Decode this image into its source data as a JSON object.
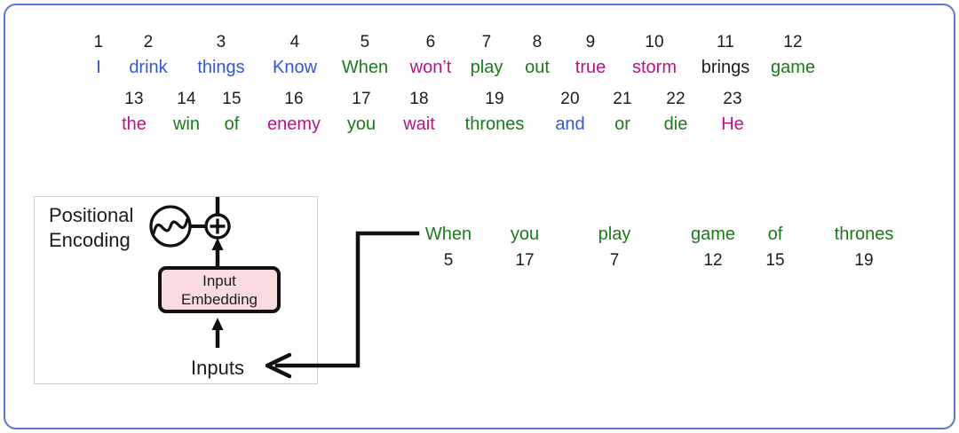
{
  "slide": {
    "border_color": "#5b77d6",
    "background": "#ffffff"
  },
  "palette": {
    "blue": "#3355dd",
    "green": "#1a7a1a",
    "magenta": "#bb1188",
    "black": "#1c1c1c",
    "pink_fill": "#fadce0",
    "box_border": "#cfcfcf"
  },
  "vocabulary": {
    "row1": [
      {
        "index": "1",
        "word": "I",
        "color": "#3355dd",
        "gap": 0,
        "width": 30
      },
      {
        "index": "2",
        "word": "drink",
        "color": "#3355dd",
        "gap": 10,
        "width": 62
      },
      {
        "index": "3",
        "word": "things",
        "color": "#3355dd",
        "gap": 14,
        "width": 74
      },
      {
        "index": "4",
        "word": "Know",
        "color": "#3355dd",
        "gap": 14,
        "width": 64
      },
      {
        "index": "5",
        "word": "When",
        "color": "#1a7a1a",
        "gap": 14,
        "width": 66
      },
      {
        "index": "6",
        "word": "won’t",
        "color": "#bb1188",
        "gap": 12,
        "width": 58
      },
      {
        "index": "7",
        "word": "play",
        "color": "#1a7a1a",
        "gap": 12,
        "width": 44
      },
      {
        "index": "8",
        "word": "out",
        "color": "#1a7a1a",
        "gap": 16,
        "width": 38
      },
      {
        "index": "9",
        "word": "true",
        "color": "#bb1188",
        "gap": 20,
        "width": 42
      },
      {
        "index": "10",
        "word": "storm",
        "color": "#bb1188",
        "gap": 20,
        "width": 62
      },
      {
        "index": "11",
        "word": "brings",
        "color": "#1c1c1c",
        "gap": 16,
        "width": 66
      },
      {
        "index": "12",
        "word": "game",
        "color": "#1a7a1a",
        "gap": 14,
        "width": 58
      }
    ],
    "row2": [
      {
        "index": "13",
        "word": "the",
        "color": "#bb1188",
        "gap": 0,
        "width": 38
      },
      {
        "index": "14",
        "word": "win",
        "color": "#1a7a1a",
        "gap": 20,
        "width": 40
      },
      {
        "index": "15",
        "word": "of",
        "color": "#1a7a1a",
        "gap": 18,
        "width": 26
      },
      {
        "index": "16",
        "word": "enemy",
        "color": "#bb1188",
        "gap": 22,
        "width": 70
      },
      {
        "index": "17",
        "word": "you",
        "color": "#1a7a1a",
        "gap": 20,
        "width": 42
      },
      {
        "index": "18",
        "word": "wait",
        "color": "#bb1188",
        "gap": 22,
        "width": 44
      },
      {
        "index": "19",
        "word": "thrones",
        "color": "#1a7a1a",
        "gap": 22,
        "width": 82
      },
      {
        "index": "20",
        "word": "and",
        "color": "#3355dd",
        "gap": 22,
        "width": 44
      },
      {
        "index": "21",
        "word": "or",
        "color": "#1a7a1a",
        "gap": 24,
        "width": 26
      },
      {
        "index": "22",
        "word": "die",
        "color": "#1a7a1a",
        "gap": 30,
        "width": 34
      },
      {
        "index": "23",
        "word": "He",
        "color": "#bb1188",
        "gap": 30,
        "width": 34
      }
    ]
  },
  "diagram": {
    "positional_encoding_line1": "Positional",
    "positional_encoding_line2": "Encoding",
    "input_embedding_line1": "Input",
    "input_embedding_line2": "Embedding",
    "inputs_label": "Inputs",
    "add_symbol": "⊕"
  },
  "sentence": {
    "tokens": [
      {
        "word": "When",
        "index": "5",
        "gap": 0,
        "width": 70
      },
      {
        "word": "you",
        "index": "17",
        "gap": 28,
        "width": 46
      },
      {
        "word": "play",
        "index": "7",
        "gap": 54,
        "width": 48
      },
      {
        "word": "game",
        "index": "12",
        "gap": 56,
        "width": 62
      },
      {
        "word": "of",
        "index": "15",
        "gap": 24,
        "width": 30
      },
      {
        "word": "thrones",
        "index": "19",
        "gap": 42,
        "width": 86
      }
    ]
  }
}
